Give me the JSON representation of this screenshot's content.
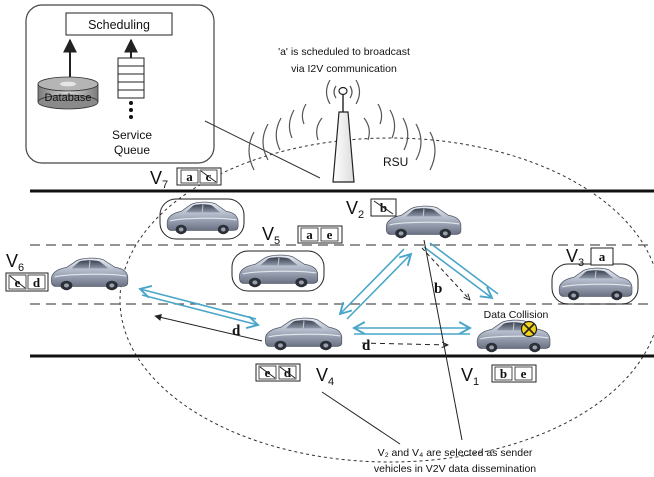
{
  "inset": {
    "scheduling_label": "Scheduling",
    "database_label": "Database",
    "queue_label_1": "Service",
    "queue_label_2": "Queue"
  },
  "rsu": {
    "label": "RSU",
    "caption_1": "'a' is scheduled to broadcast",
    "caption_2": "via I2V communication"
  },
  "vehicles": [
    {
      "id": "v7",
      "name": "V",
      "sub": "7",
      "items": [
        {
          "t": "a",
          "crossed": false
        },
        {
          "t": "c",
          "crossed": true
        }
      ]
    },
    {
      "id": "v2",
      "name": "V",
      "sub": "2",
      "items": [
        {
          "t": "b",
          "crossed": true
        }
      ]
    },
    {
      "id": "v5",
      "name": "V",
      "sub": "5",
      "items": [
        {
          "t": "a",
          "crossed": false
        },
        {
          "t": "e",
          "crossed": false
        }
      ]
    },
    {
      "id": "v6",
      "name": "V",
      "sub": "6",
      "items": [
        {
          "t": "e",
          "crossed": true
        },
        {
          "t": "d",
          "crossed": false
        }
      ]
    },
    {
      "id": "v3",
      "name": "V",
      "sub": "3",
      "items": [
        {
          "t": "a",
          "crossed": false
        }
      ]
    },
    {
      "id": "v4",
      "name": "V",
      "sub": "4",
      "items": [
        {
          "t": "e",
          "crossed": true
        },
        {
          "t": "d",
          "crossed": true
        }
      ]
    },
    {
      "id": "v1",
      "name": "V",
      "sub": "1",
      "items": [
        {
          "t": "b",
          "crossed": false
        },
        {
          "t": "e",
          "crossed": false
        }
      ]
    }
  ],
  "edge_labels": {
    "b_label": "b",
    "d_label_left": "d",
    "d_label_mid": "d"
  },
  "collision_label": "Data Collision",
  "bottom_note": {
    "line1": "V₂ and V₄ are selected as sender",
    "line2": "vehicles in V2V data dissemination"
  },
  "colors": {
    "v2v_arrow": "#4aa6c8",
    "collision_fill": "#f2d21b"
  }
}
